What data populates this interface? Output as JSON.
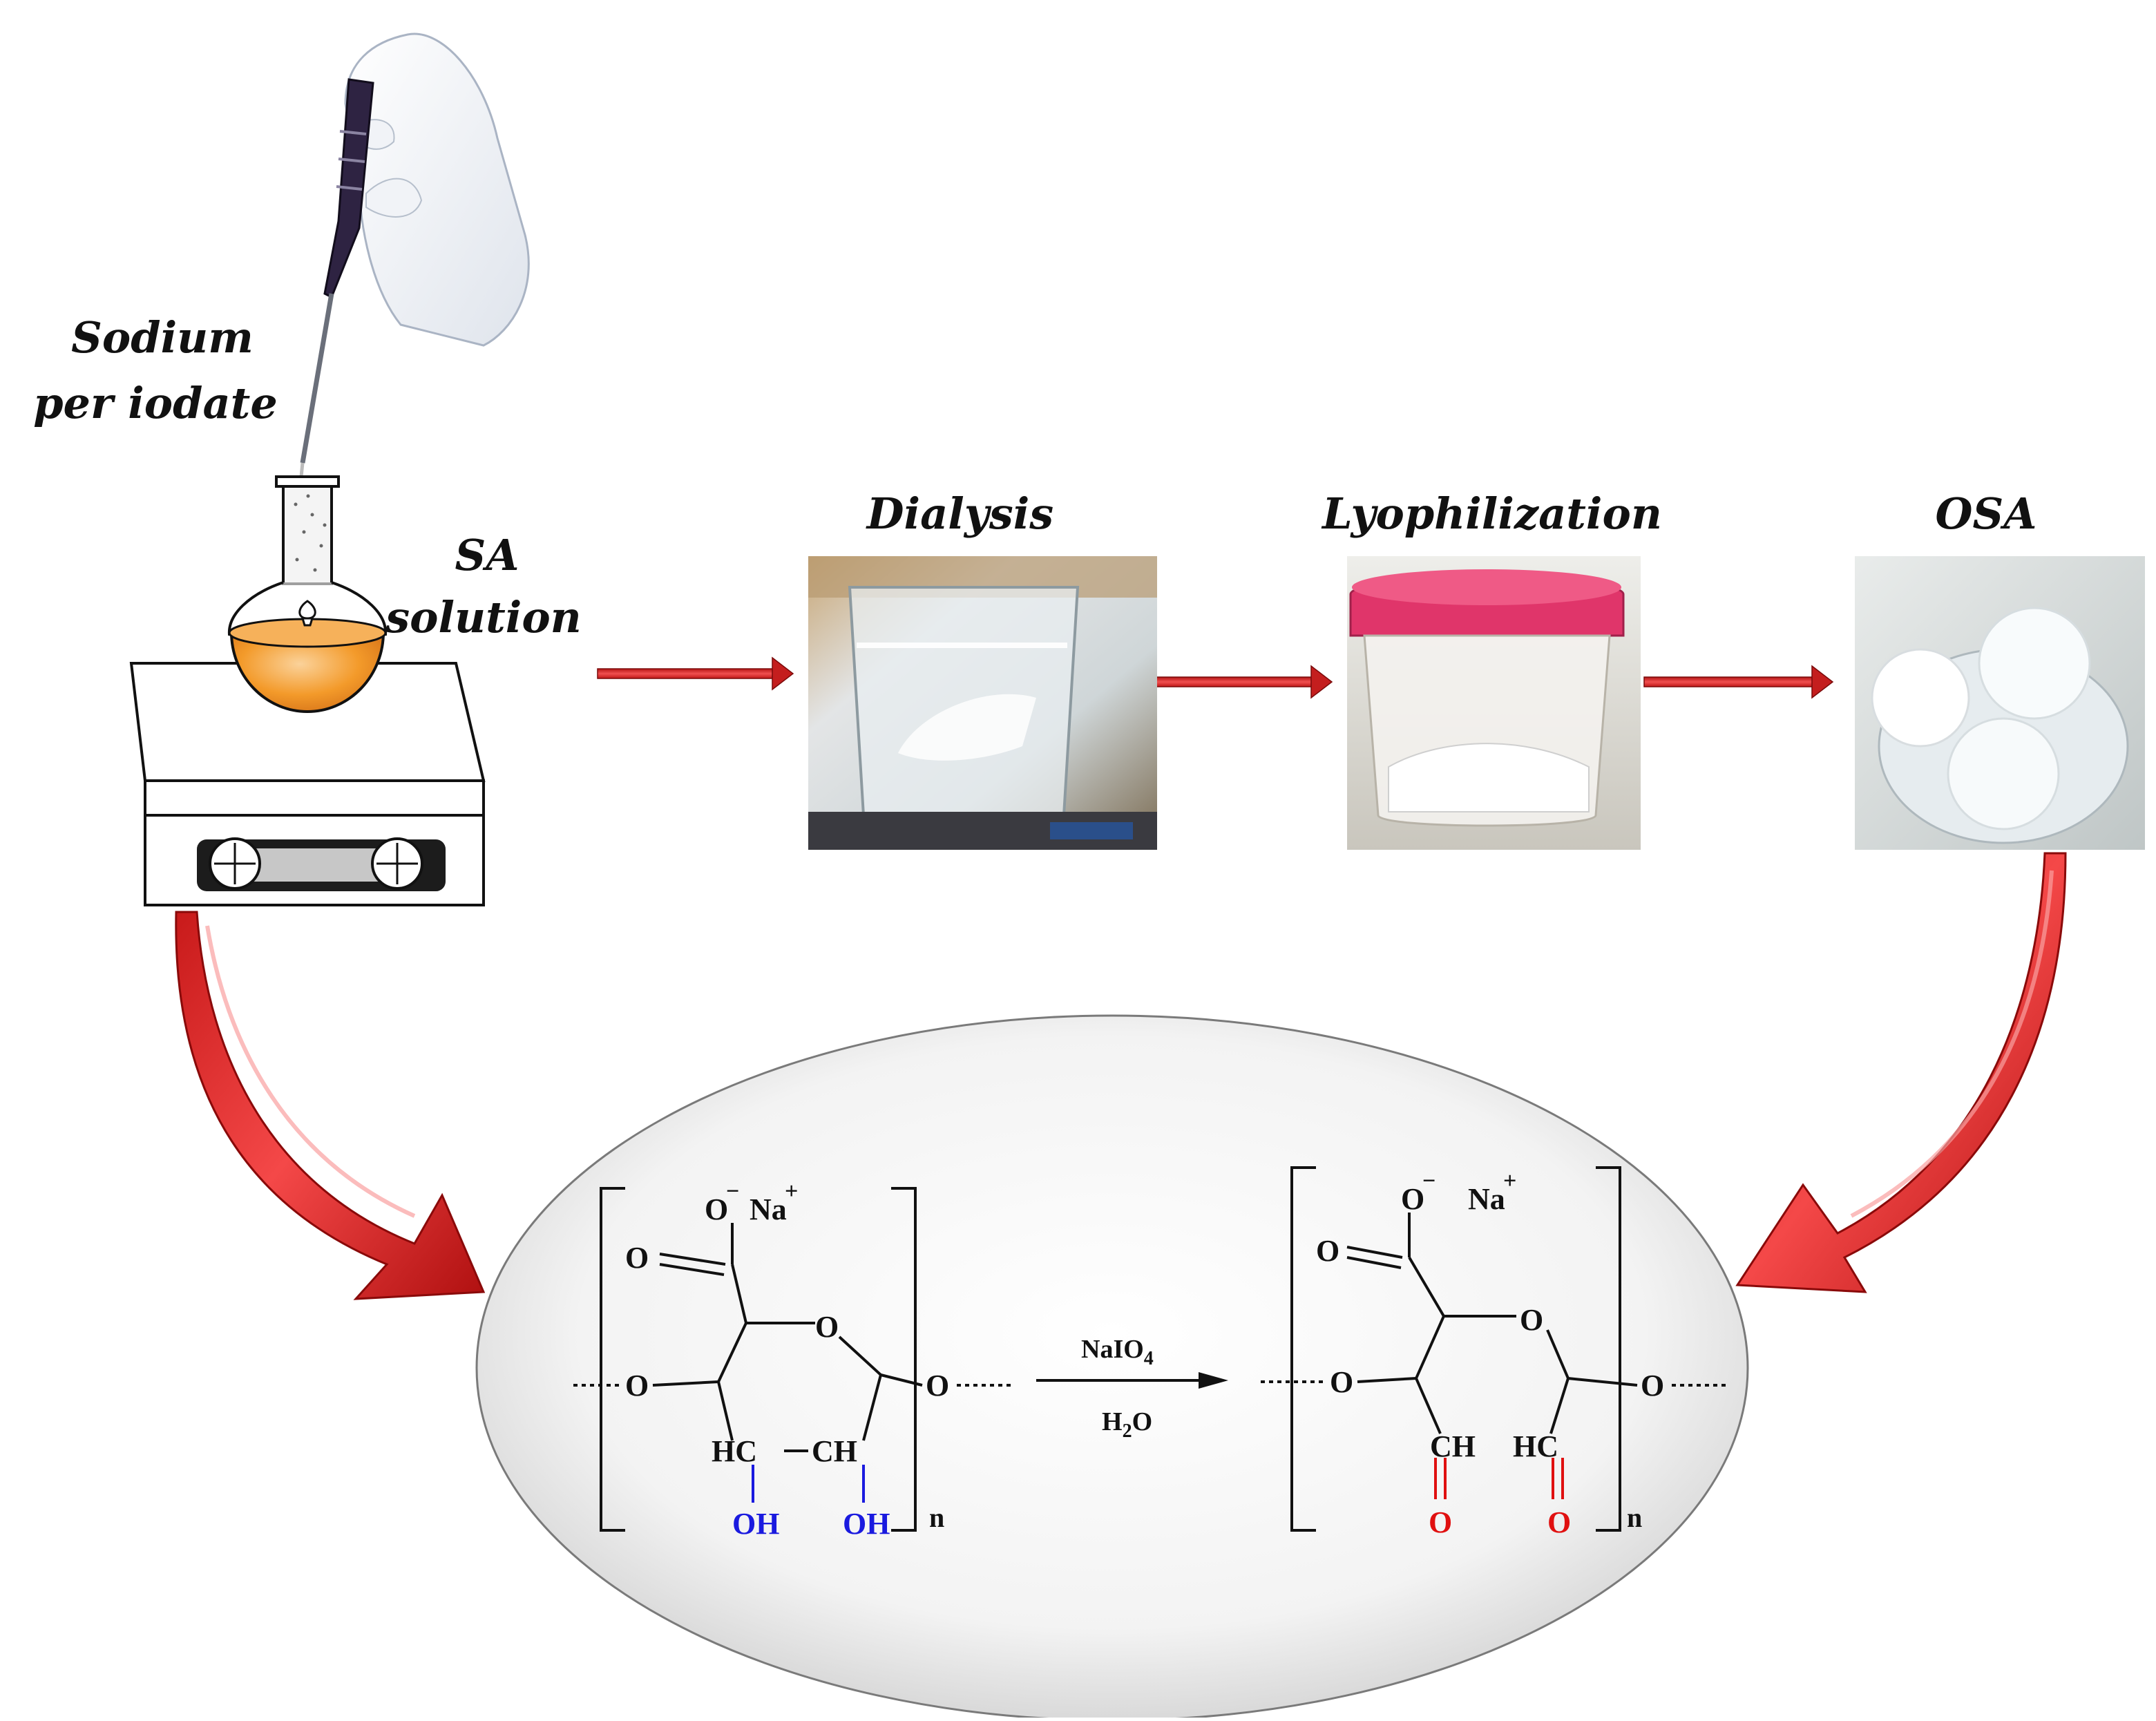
{
  "labels": {
    "reagent_line1": "Sodium",
    "reagent_line2": "per iodate",
    "solution_line1": "SA",
    "solution_line2": "solution",
    "step_dialysis": "Dialysis",
    "step_lyophilization": "Lyophilization",
    "step_product": "OSA"
  },
  "reaction": {
    "reactant": {
      "carboxylate_o": "O",
      "carboxylate_charge": "−",
      "counter_ion": "Na",
      "counter_ion_charge": "+",
      "carbonyl_o": "O",
      "ring_o": "O",
      "left_link_o": "O",
      "right_link_o": "O",
      "c2_label": "HC",
      "c3_label": "CH",
      "oh_left": "OH",
      "oh_right": "OH",
      "repeat_n": "n"
    },
    "reagent_top": "NaIO",
    "reagent_top_sub": "4",
    "reagent_bottom_h": "H",
    "reagent_bottom_sub": "2",
    "reagent_bottom_o": "O",
    "product": {
      "carboxylate_o": "O",
      "carboxylate_charge": "−",
      "counter_ion": "Na",
      "counter_ion_charge": "+",
      "carbonyl_o": "O",
      "ring_o": "O",
      "left_link_o": "O",
      "right_link_o": "O",
      "ald_left": "CH",
      "ald_right": "HC",
      "ald_o_left": "O",
      "ald_o_right": "O",
      "repeat_n": "n"
    }
  },
  "colors": {
    "hydroxyl": "#1a1adf",
    "aldehyde": "#e01010",
    "arrow_red": "#e8302f",
    "flask_liquid": "#f39a2a"
  }
}
